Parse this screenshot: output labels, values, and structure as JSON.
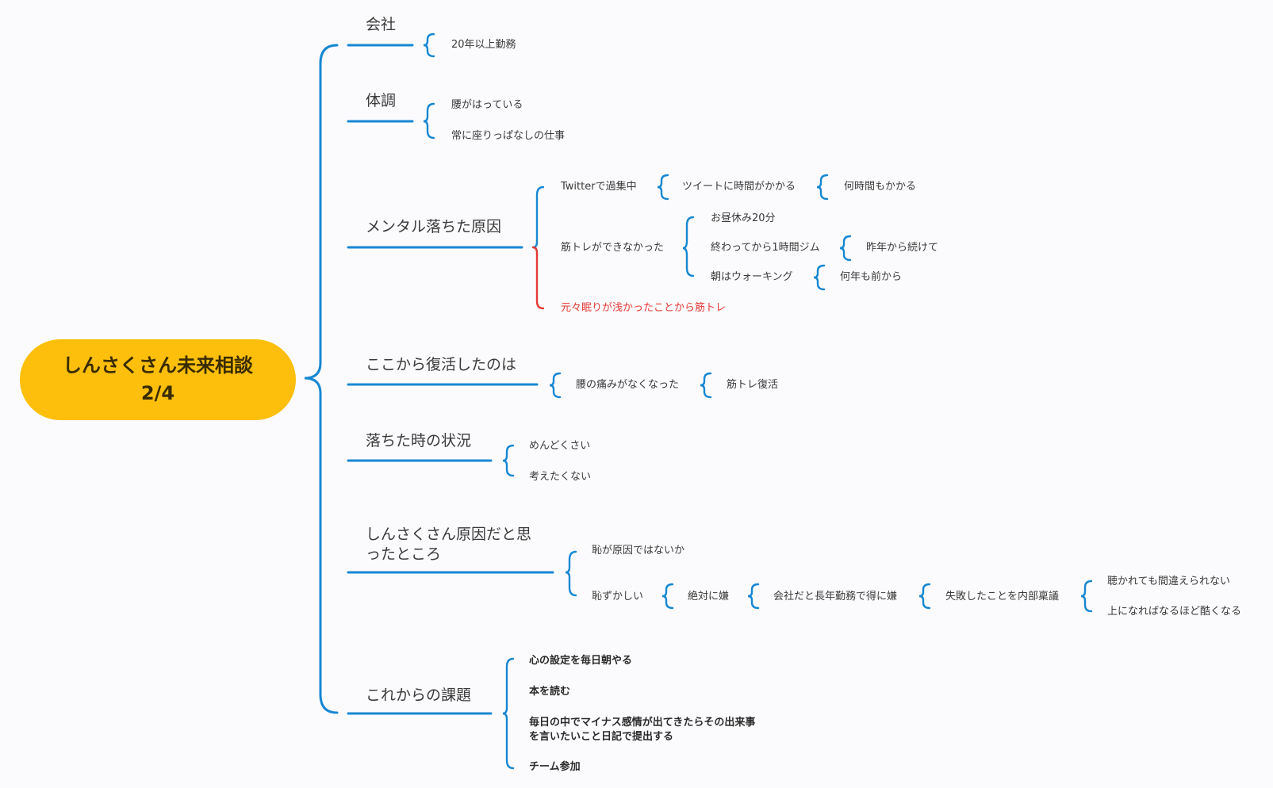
{
  "root": {
    "title": "しんさくさん未来相談　2/4"
  },
  "branches": {
    "company": {
      "label": "会社",
      "children": [
        "20年以上勤務"
      ]
    },
    "health": {
      "label": "体調",
      "children": [
        "腰がはっている",
        "常に座りっぱなしの仕事"
      ]
    },
    "mental": {
      "label": "メンタル落ちた原因",
      "twitter": {
        "label": "Twitterで過集中",
        "sub": "ツイートに時間がかかる",
        "subsub": "何時間もかかる"
      },
      "training": {
        "label": "筋トレができなかった",
        "lunch": "お昼休み20分",
        "after": {
          "label": "終わってから1時間ジム",
          "sub": "昨年から続けて"
        },
        "morning": {
          "label": "朝はウォーキング",
          "sub": "何年も前から"
        }
      },
      "sleep": "元々眠りが浅かったことから筋トレ"
    },
    "revival": {
      "label": "ここから復活したのは",
      "child": "腰の痛みがなくなった",
      "sub": "筋トレ復活"
    },
    "situation": {
      "label": "落ちた時の状況",
      "children": [
        "めんどくさい",
        "考えたくない"
      ]
    },
    "cause": {
      "label": "しんさくさん原因だと思ったところ",
      "shame": "恥が原因ではないか",
      "embarrassed": "恥ずかしい",
      "absolute": "絶対に嫌",
      "company": "会社だと長年勤務で得に嫌",
      "failure": "失敗したことを内部稟議",
      "asked": "聴かれても間違えられない",
      "higher": "上になればなるほど酷くなる"
    },
    "tasks": {
      "label": "これからの課題",
      "children": [
        "心の設定を毎日朝やる",
        "本を読む",
        "毎日の中でマイナス感情が出てきたらその出来事を言いたいこと日記で提出する",
        "チーム参加"
      ]
    }
  },
  "colors": {
    "line": "#1787d2",
    "accent": "#e53935",
    "root": "#fdbf0b"
  }
}
